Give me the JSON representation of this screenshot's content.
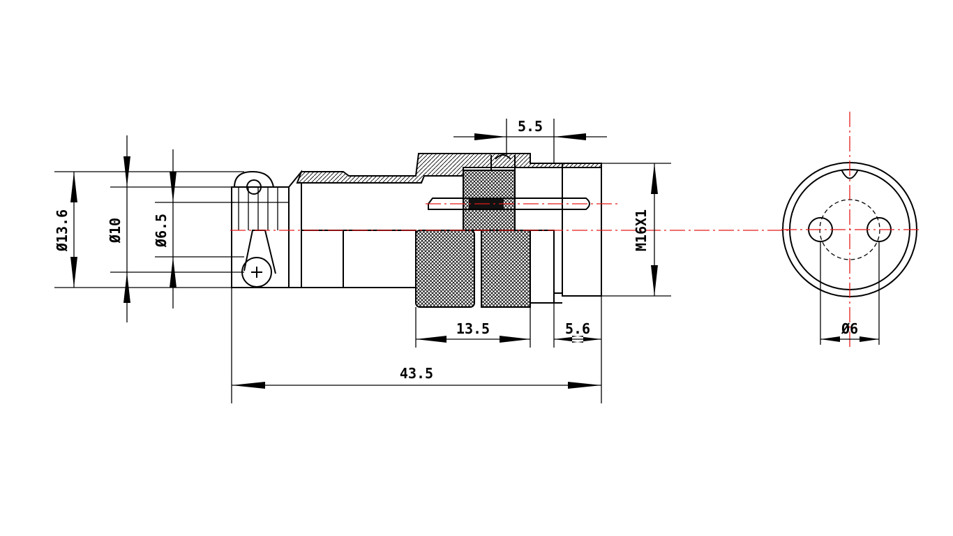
{
  "drawing": {
    "colors": {
      "line": "#000000",
      "centerline": "#e41b1b",
      "knurl": "#000000",
      "background": "#ffffff"
    },
    "dimensions": {
      "dia_13_6": "Ø13.6",
      "dia_10": "Ø10",
      "dia_6_5": "Ø6.5",
      "thread": "M16X1",
      "len_5_5": "5.5",
      "len_13_5": "13.5",
      "len_5_6": "5.6",
      "len_43_5": "43.5",
      "dia_6": "Ø6"
    }
  }
}
